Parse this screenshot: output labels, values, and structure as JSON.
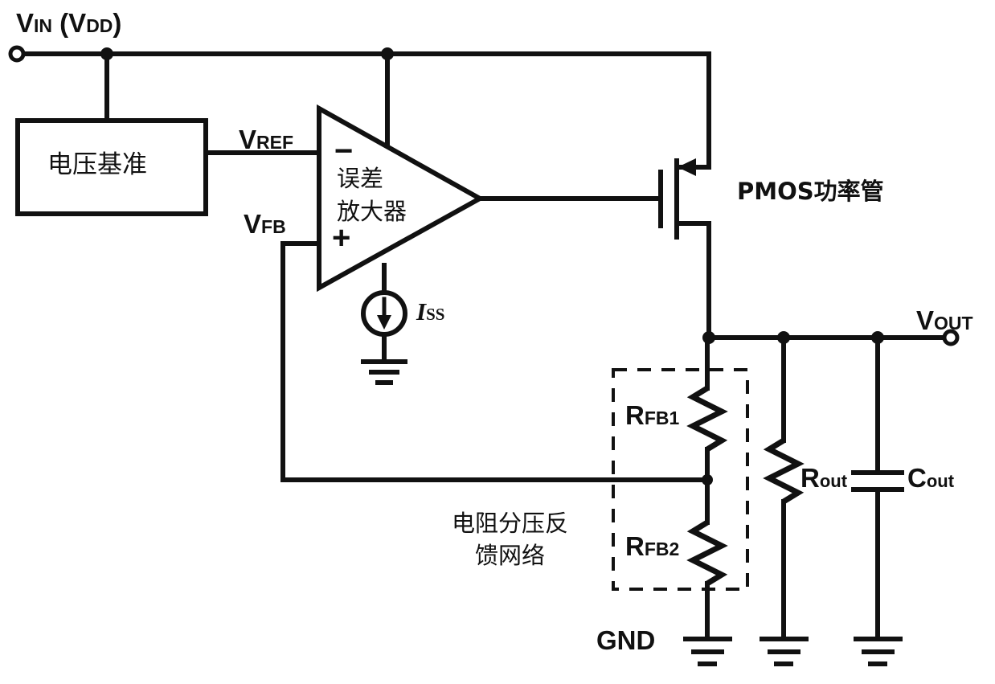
{
  "diagram": {
    "title": "LDO linear regulator schematic",
    "stroke_color": "#111111",
    "background_color": "#ffffff"
  },
  "labels": {
    "vin": {
      "main": "V",
      "sub1": "IN",
      "mid": " (V",
      "sub2": "DD",
      "close": ")"
    },
    "vref": {
      "main": "V",
      "sub": "REF"
    },
    "vfb": {
      "main": "V",
      "sub": "FB"
    },
    "vout": {
      "main": "V",
      "sub": "OUT"
    },
    "iss": {
      "main": "I",
      "sub": "SS"
    },
    "rfb1": {
      "main": "R",
      "sub": "FB1"
    },
    "rfb2": {
      "main": "R",
      "sub": "FB2"
    },
    "rout": {
      "main": "R",
      "sub": "out"
    },
    "cout": {
      "main": "C",
      "sub": "out"
    },
    "gnd": "GND",
    "voltage_reference_block": "电压基准",
    "error_amplifier_line1": "误差",
    "error_amplifier_line2": "放大器",
    "pmos_power_transistor": "PMOS功率管",
    "feedback_network_line1": "电阻分压反",
    "feedback_network_line2": "馈网络",
    "opamp_minus": "−",
    "opamp_plus": "+"
  },
  "components": {
    "voltage_reference": {
      "name": "电压基准",
      "type": "block"
    },
    "error_amplifier": {
      "name": "误差放大器",
      "type": "op-amp-triangle"
    },
    "pass_transistor": {
      "name": "PMOS功率管",
      "type": "pmos"
    },
    "tail_current_source": {
      "name": "ISS",
      "type": "current-source"
    },
    "feedback_divider": {
      "name": "电阻分压反馈网络",
      "resistors": [
        "RFB1",
        "RFB2"
      ]
    },
    "load_resistor": {
      "name": "Rout",
      "type": "resistor"
    },
    "load_capacitor": {
      "name": "Cout",
      "type": "capacitor"
    },
    "grounds": 4
  },
  "nets": {
    "input_rail": "VIN (VDD)",
    "reference_out": "VREF",
    "feedback": "VFB",
    "output_rail": "VOUT",
    "ground": "GND"
  }
}
